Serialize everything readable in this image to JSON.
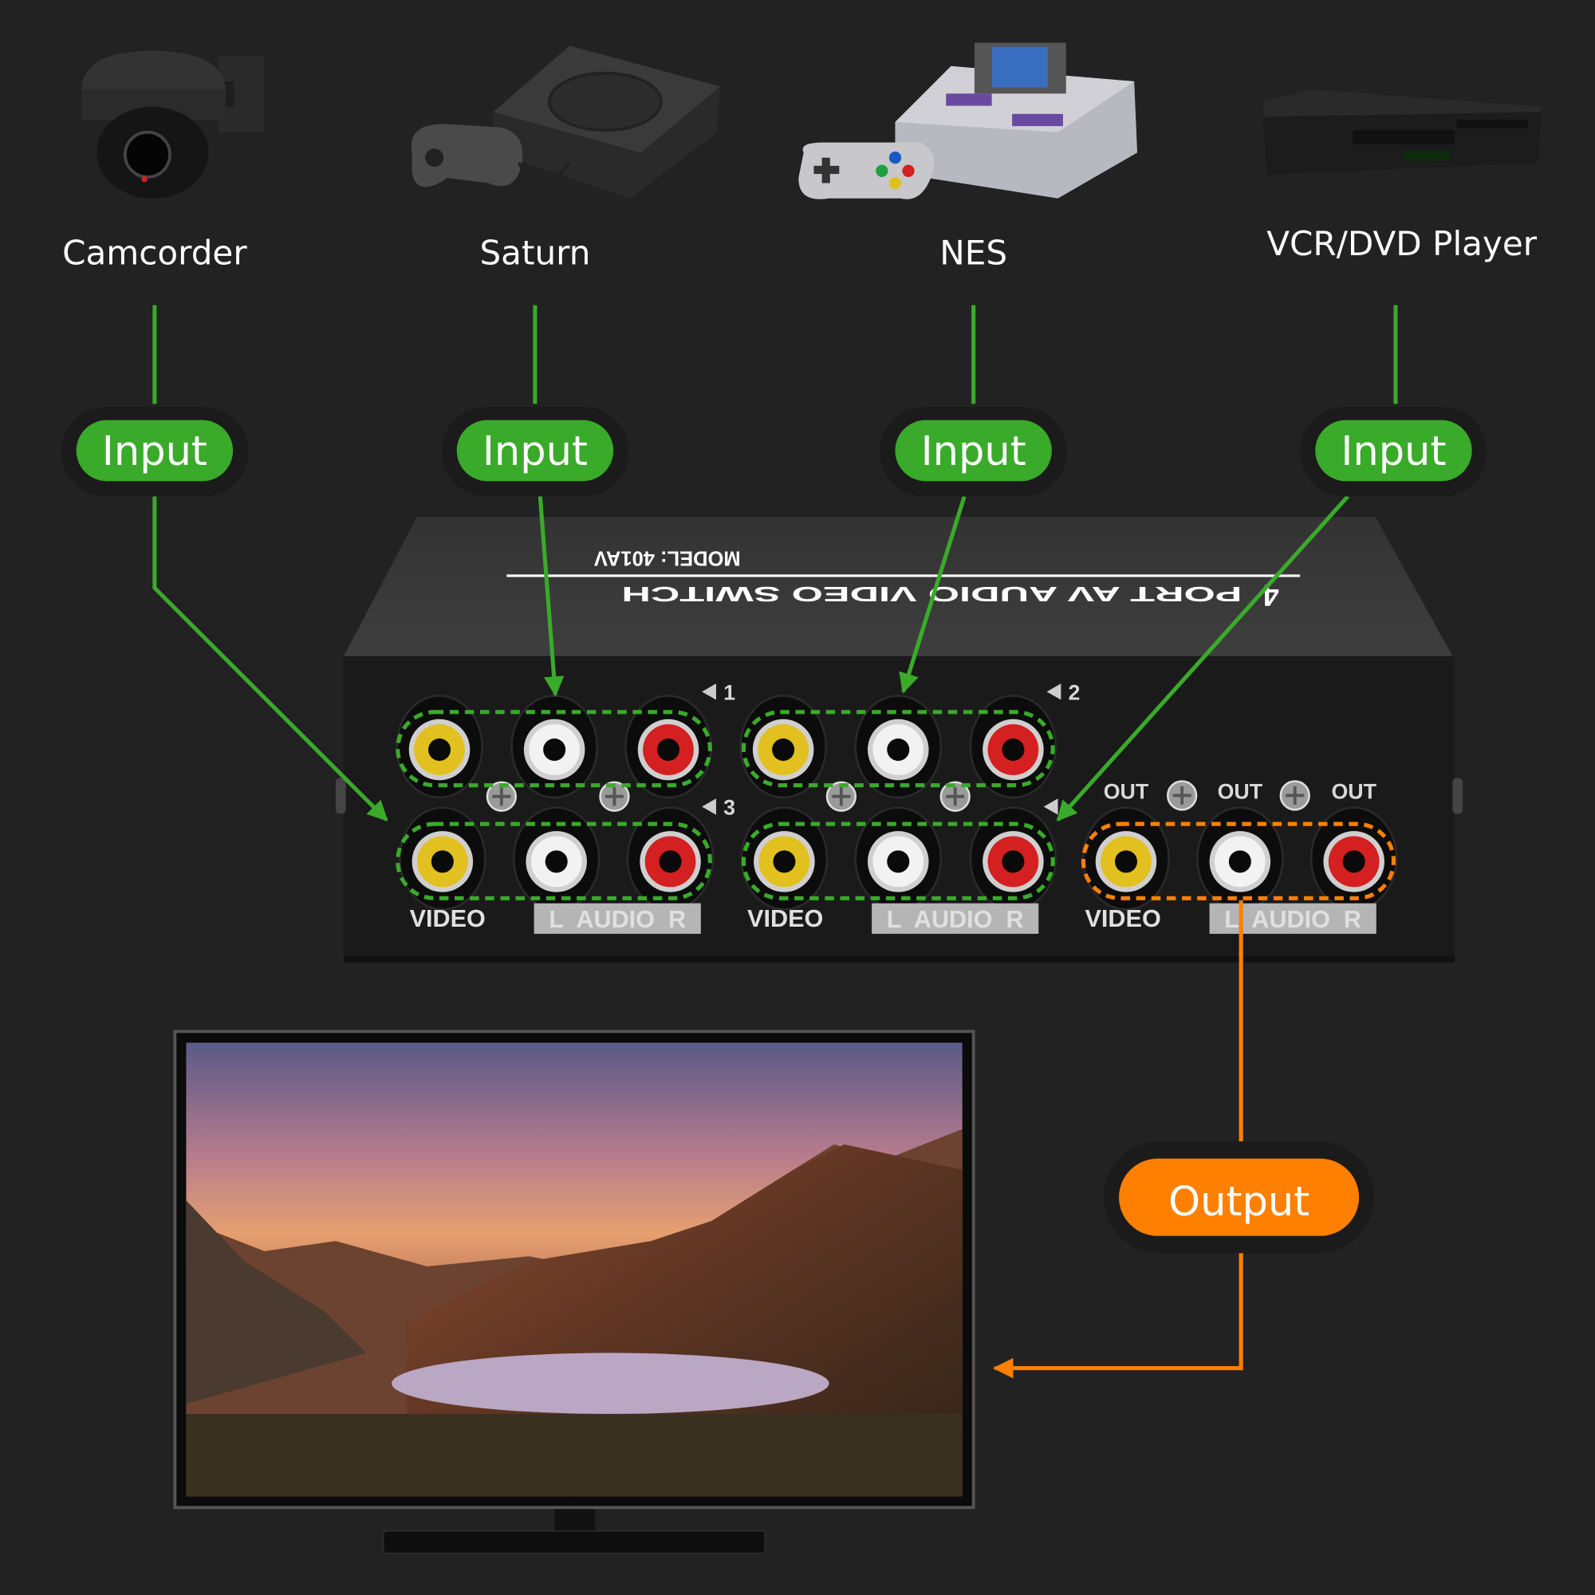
{
  "sources": [
    {
      "label": "Camcorder",
      "icon": "security-camera-icon"
    },
    {
      "label": "Saturn",
      "icon": "game-console-icon"
    },
    {
      "label": "NES",
      "icon": "retro-console-icon"
    },
    {
      "label": "VCR/DVD Player",
      "icon": "vcr-player-icon"
    }
  ],
  "input_label": "Input",
  "output_label": "Output",
  "device": {
    "title_line1": "MODEL: 401AV",
    "title_line2": "PORT AV AUDIO VIDEO SWITCH",
    "title_number": "4",
    "port_numbers": [
      "1",
      "2",
      "3",
      ""
    ],
    "out_label": "OUT",
    "video_label": "VIDEO",
    "audio_label": "L  AUDIO  R"
  },
  "colors": {
    "background": "#222222",
    "input": "#3aaa2a",
    "output": "#ff8000",
    "jack_video": "#e2c020",
    "jack_left": "#f2f2f2",
    "jack_right": "#d42020"
  }
}
